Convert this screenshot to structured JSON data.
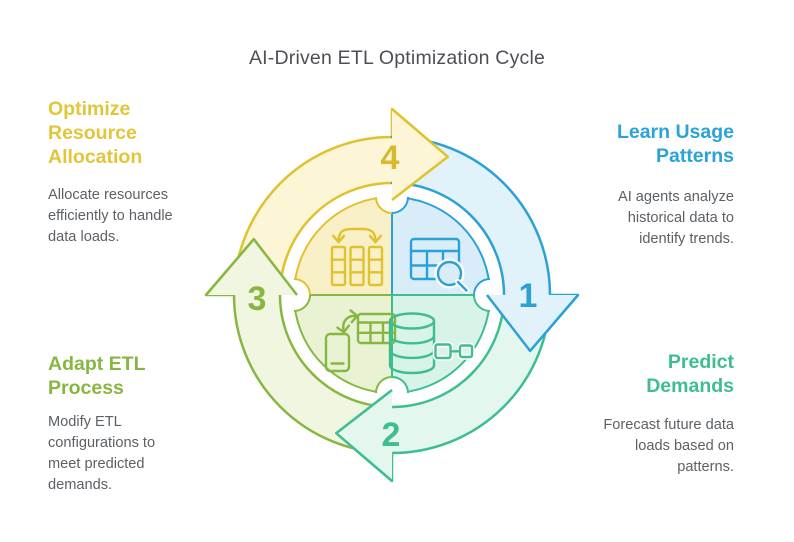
{
  "title": "AI-Driven ETL Optimization Cycle",
  "palette": {
    "step1_blue": "#2BA1D6",
    "step2_green": "#3EBE8F",
    "step3_olive": "#87B742",
    "step4_yellow": "#DFC22E",
    "ring_fill_blue": "#E2F2FB",
    "ring_fill_green": "#E3F7EE",
    "ring_fill_olive": "#F0F6DF",
    "ring_fill_yellow": "#FCF5D6",
    "quadrant_fill_blue": "#D9EDF8",
    "quadrant_fill_green": "#D8F3E7",
    "quadrant_fill_olive": "#E9F3D4",
    "quadrant_fill_yellow": "#FAF0C8",
    "title_text": "#4C5055",
    "body_text": "#5B6166"
  },
  "steps": [
    {
      "number": "1",
      "heading": "Learn Usage Patterns",
      "heading_lines": [
        "Learn Usage",
        "Patterns"
      ],
      "body": "AI agents analyze historical data to identify trends.",
      "body_lines": [
        "AI agents analyze",
        "historical data to",
        "identify trends."
      ],
      "color": "#2BA1D6",
      "icon": "table-search-icon"
    },
    {
      "number": "2",
      "heading": "Predict Demands",
      "heading_lines": [
        "Predict",
        "Demands"
      ],
      "body": "Forecast future data loads based on patterns.",
      "body_lines": [
        "Forecast future data",
        "loads based on",
        "patterns."
      ],
      "color": "#3EBE8F",
      "icon": "database-flow-icon"
    },
    {
      "number": "3",
      "heading": "Adapt ETL Process",
      "heading_lines": [
        "Adapt ETL",
        "Process"
      ],
      "body": "Modify ETL configurations to meet predicted demands.",
      "body_lines": [
        "Modify ETL",
        "configurations to",
        "meet predicted",
        "demands."
      ],
      "color": "#87B742",
      "icon": "device-table-sync-icon"
    },
    {
      "number": "4",
      "heading": "Optimize Resource Allocation",
      "heading_lines": [
        "Optimize",
        "Resource",
        "Allocation"
      ],
      "body": "Allocate resources efficiently to handle data loads.",
      "body_lines": [
        "Allocate resources",
        "efficiently to handle",
        "data loads."
      ],
      "color": "#DFC22E",
      "icon": "resource-columns-icon"
    }
  ]
}
